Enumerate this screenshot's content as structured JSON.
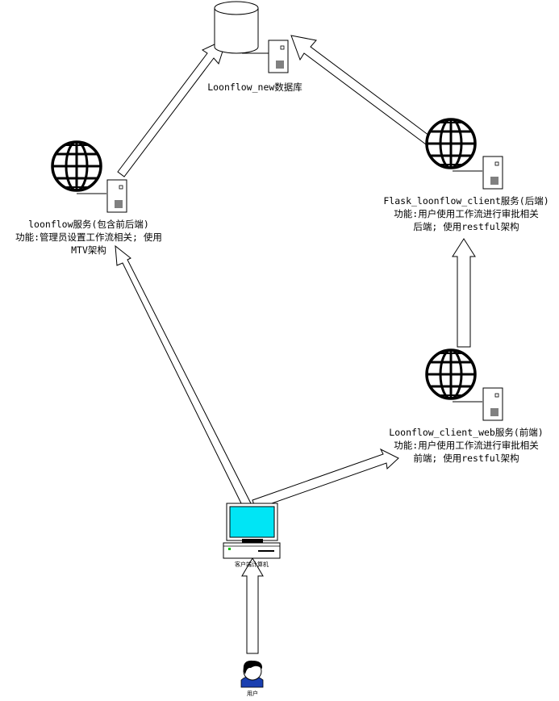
{
  "database": {
    "label": "Loonflow_new数据库"
  },
  "loonflow_service": {
    "line1": "loonflow服务(包含前后端)",
    "line2": "功能:管理员设置工作流相关; 使用",
    "line3": "MTV架构"
  },
  "flask_service": {
    "line1": "Flask_loonflow_client服务(后端)",
    "line2": "功能:用户使用工作流进行审批相关",
    "line3": "后端; 使用restful架构"
  },
  "client_web_service": {
    "line1": "Loonflow_client_web服务(前端)",
    "line2": "功能:用户使用工作流进行审批相关",
    "line3": "前端; 使用restful架构"
  },
  "client_pc": {
    "label": "客户端计算机"
  },
  "user": {
    "label": "用户"
  },
  "colors": {
    "screen": "#00e5f5",
    "line": "#000000",
    "fill": "#ffffff"
  }
}
